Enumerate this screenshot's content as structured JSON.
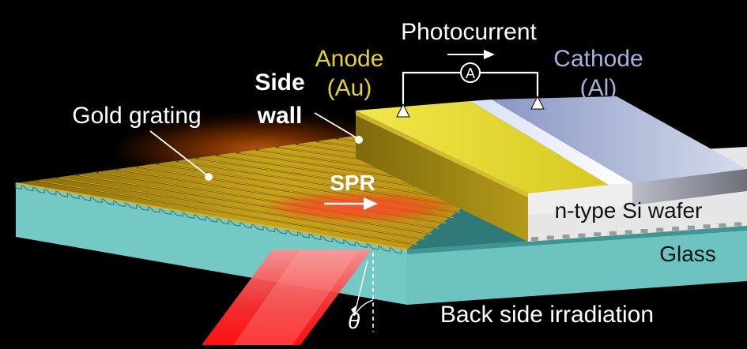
{
  "labels": {
    "photocurrent": "Photocurrent",
    "anode": "Anode",
    "anode_material": "(Au)",
    "cathode": "Cathode",
    "cathode_material": "(Al)",
    "side": "Side",
    "wall": "wall",
    "gold_grating": "Gold grating",
    "spr": "SPR",
    "ntype_wafer": "n-type Si wafer",
    "glass": "Glass",
    "back_irradiation": "Back side irradiation",
    "angle_symbol": "θ",
    "ammeter_symbol": "A"
  },
  "colors": {
    "background": "#000000",
    "gold": "#c9a418",
    "glass": "#6fc7c3",
    "aluminum": "#9aa6cc",
    "silicon": "#e8e8e8",
    "laser": "#ff2a2a",
    "anode_text": "#e2d238",
    "cathode_text": "#a6b2dc"
  },
  "icons": {
    "ammeter": "ammeter-icon",
    "current_arrow": "arrow-right-icon",
    "contact_markers": "triangle-up-icon"
  }
}
